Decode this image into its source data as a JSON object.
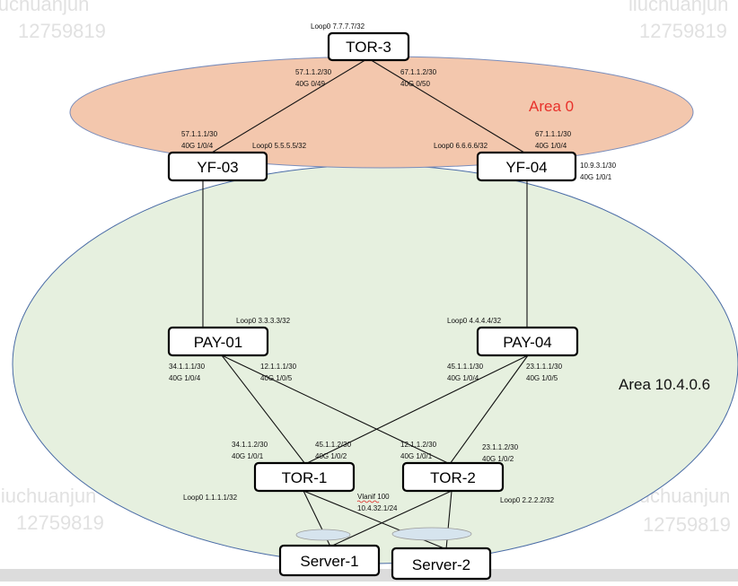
{
  "colors": {
    "area0_fill": "#f3c7ad",
    "area0_stroke": "#7a8dbb",
    "area_main_fill": "#e6f0df",
    "area_main_stroke": "#4a6ca6",
    "area0_label": "#e8312b",
    "link": "#111111",
    "lag_fill": "#d6e4ee"
  },
  "areas": {
    "area0": "Area 0",
    "area_main": "Area 10.4.0.6"
  },
  "nodes": {
    "tor3": "TOR-3",
    "yf03": "YF-03",
    "yf04": "YF-04",
    "pay01": "PAY-01",
    "pay04": "PAY-04",
    "tor1": "TOR-1",
    "tor2": "TOR-2",
    "server1": "Server-1",
    "server2": "Server-2"
  },
  "labels": {
    "tor3_loop": "Loop0  7.7.7.7/32",
    "tor3_left_ip": "57.1.1.2/30",
    "tor3_left_port": "40G 0/49",
    "tor3_right_ip": "67.1.1.2/30",
    "tor3_right_port": "40G 0/50",
    "yf03_ip": "57.1.1.1/30",
    "yf03_port": "40G 1/0/4",
    "yf03_loop": "Loop0  5.5.5.5/32",
    "yf04_loop": "Loop0  6.6.6.6/32",
    "yf04_ip": "67.1.1.1/30",
    "yf04_port": "40G 1/0/4",
    "yf04_ext_ip": "10.9.3.1/30",
    "yf04_ext_port": "40G 1/0/1",
    "pay01_loop": "Loop0  3.3.3.3/32",
    "pay04_loop": "Loop0  4.4.4.4/32",
    "pay01_a_ip": "34.1.1.1/30",
    "pay01_a_port": "40G 1/0/4",
    "pay01_b_ip": "12.1.1.1/30",
    "pay01_b_port": "40G 1/0/5",
    "pay04_a_ip": "45.1.1.1/30",
    "pay04_a_port": "40G 1/0/4",
    "pay04_b_ip": "23.1.1.1/30",
    "pay04_b_port": "40G 1/0/5",
    "tor1_a_ip": "34.1.1.2/30",
    "tor1_a_port": "40G 1/0/1",
    "tor1_b_ip": "45.1.1.2/30",
    "tor1_b_port": "40G 1/0/2",
    "tor2_a_ip": "12.1.1.2/30",
    "tor2_a_port": "40G 1/0/1",
    "tor2_b_ip": "23.1.1.2/30",
    "tor2_b_port": "40G 1/0/2",
    "tor1_loop": "Loop0  1.1.1.1/32",
    "tor2_loop": "Loop0  2.2.2.2/32",
    "vlanif_word": "Vlanif",
    "vlanif_num": " 100",
    "vlanif_ip": "10.4.32.1/24"
  },
  "watermark": {
    "name": "liuchuanjun",
    "id": "12759819"
  }
}
